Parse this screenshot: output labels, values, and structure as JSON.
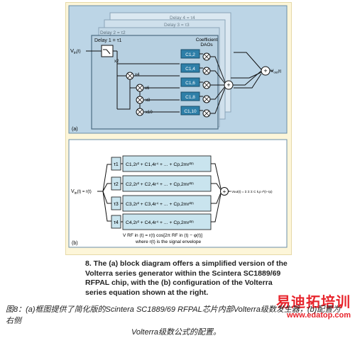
{
  "panel_a": {
    "input_label": "V",
    "input_sub": "in",
    "input_arg": "(t)",
    "output_label": "V",
    "output_sub": "out",
    "output_arg": "(t)",
    "delays": [
      "Delay 4 = τ4",
      "Delay 3 = τ3",
      "Delay 2 = τ2",
      "Delay 1 = τ1"
    ],
    "coeff_title_1": "Coefficient",
    "coeff_title_2": "DAOs",
    "coeffs": [
      "C1,2",
      "C1,4",
      "C1,6",
      "C1,8",
      "C1,10"
    ],
    "powers": [
      "x2",
      "x4",
      "x6",
      "x8",
      "x10"
    ],
    "panel_tag": "(a)"
  },
  "panel_b": {
    "input_label": "V",
    "input_sub": "in",
    "input_expr": "(t) = r",
    "input_tail": "(t)",
    "taus": [
      "τ1",
      "τ2",
      "τ3",
      "τ4"
    ],
    "rows": [
      "C1,2r² + C1,4r⁴ + ... + Cp,2mr²ᵐ",
      "C2,2r² + C2,4r⁴ + ... + Cp,2mr²ᵐ",
      "C3,2r² + C3,4r⁴ + ... + Cp,2mr²ᵐ",
      "C4,2r² + C4,4r⁴ + ... + Cp,2mr²ᵐ"
    ],
    "out_eq": "Vout(t) = Σ Σ Σ C k,p r²(t−τp)",
    "rf_line": "V RF in (t) = r(t) cos[2π RF in (t) − φ(t)]",
    "envelope": "where r(t) is the signal envelope",
    "panel_tag": "(b)"
  },
  "caption": "8. The (a) block diagram offers a simplified version of the Volterra series generator within the Scintera SC1889/69 RFPAL chip, with the (b) configuration of the Volterra series equation shown at the right.",
  "cn_caption_1": "图8：(a)框图提供了简化版的Scintera SC1889/69 RFPAL芯片内部Volterra级数发生器，(b)配置为右侧",
  "cn_caption_2": "Volterra级数公式的配置。",
  "watermark_cn": "易迪拓培训",
  "watermark_url": "www.edatop.com",
  "colors": {
    "panel_a_bg": "#bcd5e6",
    "coeff_box": "#2e7fa8",
    "row_box": "#c9e4ee",
    "figure_bg": "#fdf6d9"
  }
}
